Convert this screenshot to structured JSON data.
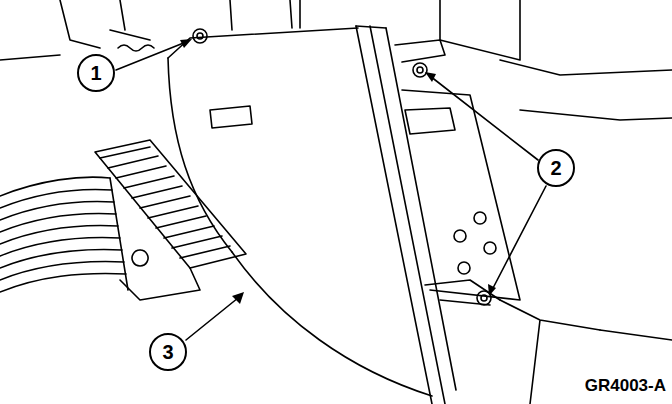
{
  "diagram": {
    "nodes": [
      {
        "text": [
          "1"
        ]
      },
      {
        "text": [
          "2"
        ]
      },
      {
        "text": [
          "3"
        ]
      }
    ],
    "labels": [
      "GR4003-A"
    ]
  }
}
